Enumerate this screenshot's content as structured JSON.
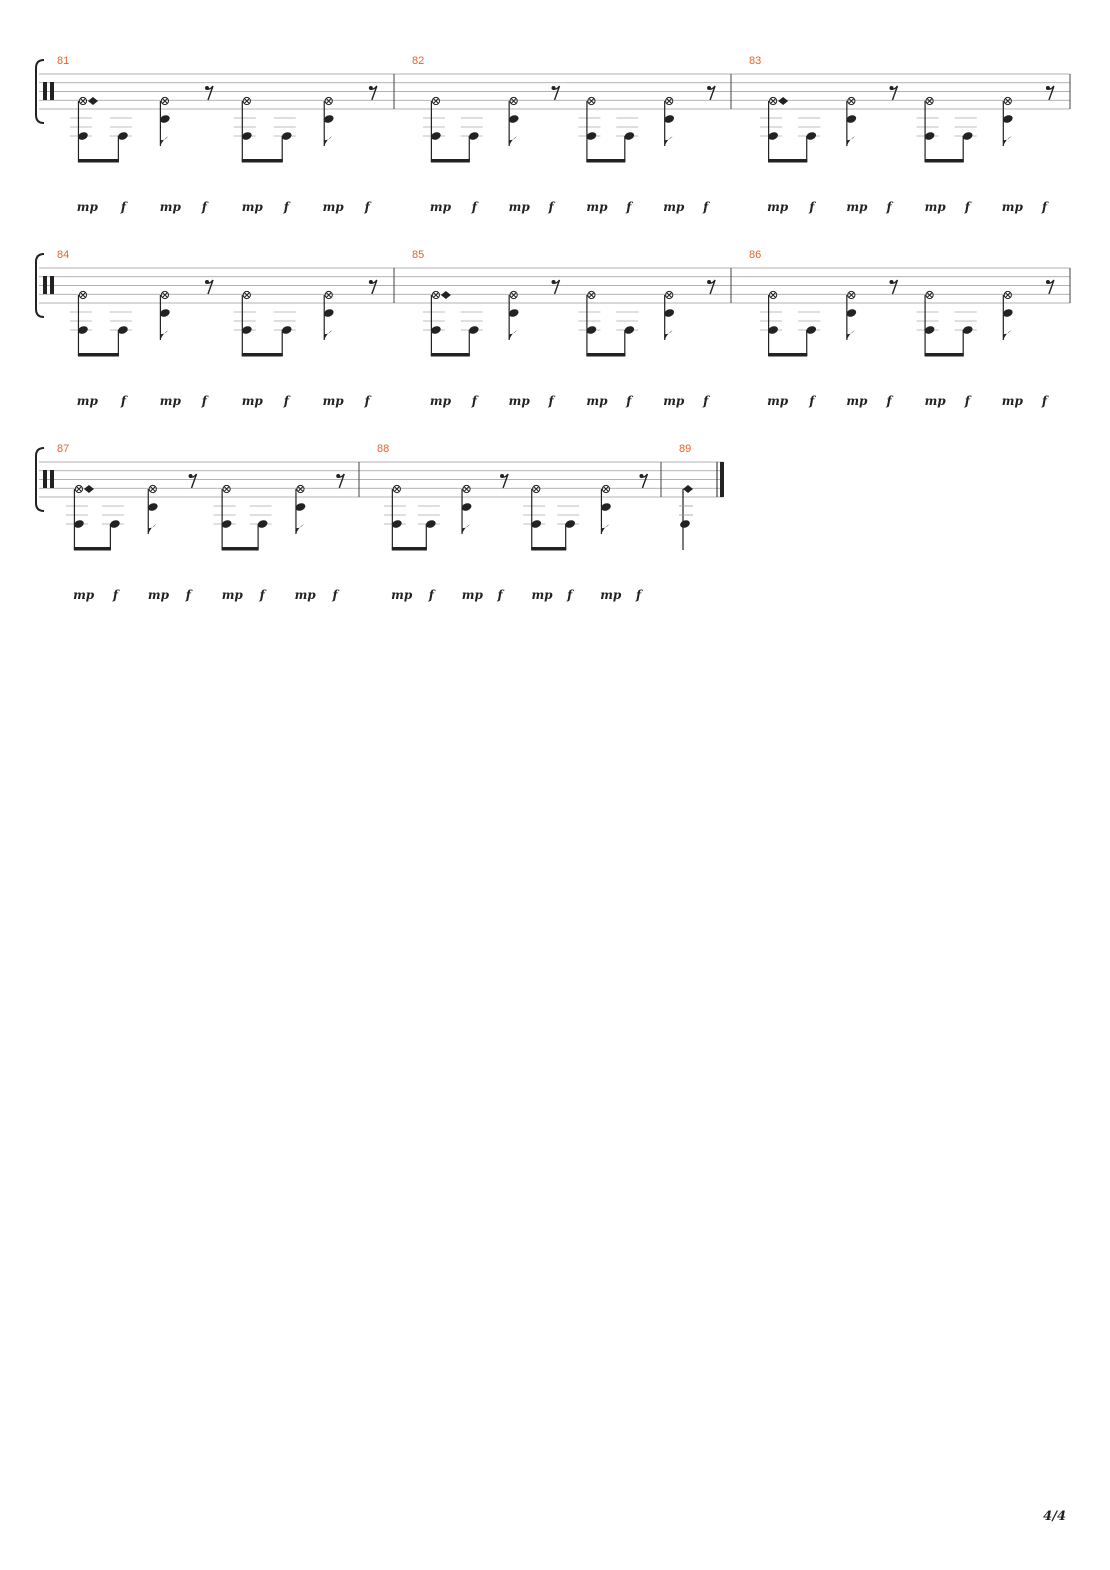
{
  "page": {
    "number": "4/4"
  },
  "systems": [
    {
      "measures": [
        {
          "number": "81",
          "accent": true,
          "dynamics": [
            "mp",
            "f",
            "mp",
            "f",
            "mp",
            "f",
            "mp",
            "f"
          ]
        },
        {
          "number": "82",
          "accent": false,
          "dynamics": [
            "mp",
            "f",
            "mp",
            "f",
            "mp",
            "f",
            "mp",
            "f"
          ]
        },
        {
          "number": "83",
          "accent": true,
          "dynamics": [
            "mp",
            "f",
            "mp",
            "f",
            "mp",
            "f",
            "mp",
            "f"
          ]
        }
      ]
    },
    {
      "measures": [
        {
          "number": "84",
          "accent": false,
          "dynamics": [
            "mp",
            "f",
            "mp",
            "f",
            "mp",
            "f",
            "mp",
            "f"
          ]
        },
        {
          "number": "85",
          "accent": true,
          "dynamics": [
            "mp",
            "f",
            "mp",
            "f",
            "mp",
            "f",
            "mp",
            "f"
          ]
        },
        {
          "number": "86",
          "accent": false,
          "dynamics": [
            "mp",
            "f",
            "mp",
            "f",
            "mp",
            "f",
            "mp",
            "f"
          ]
        }
      ]
    },
    {
      "measures": [
        {
          "number": "87",
          "accent": true,
          "dynamics": [
            "mp",
            "f",
            "mp",
            "f",
            "mp",
            "f",
            "mp",
            "f"
          ]
        },
        {
          "number": "88",
          "accent": false,
          "dynamics": [
            "mp",
            "f",
            "mp",
            "f",
            "mp",
            "f",
            "mp",
            "f"
          ]
        },
        {
          "number": "89",
          "accent": true,
          "final": true,
          "dynamics": []
        }
      ]
    }
  ]
}
